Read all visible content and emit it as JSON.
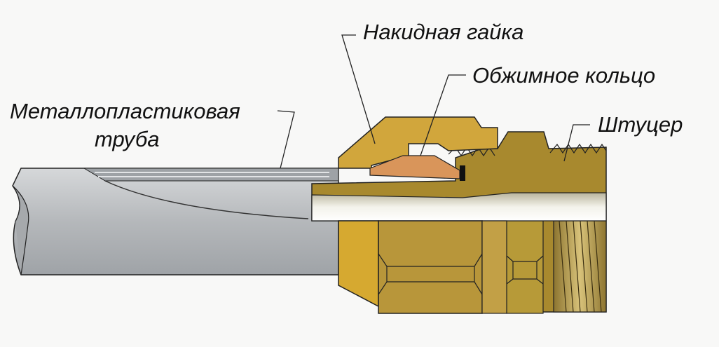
{
  "labels": {
    "nut": "Накидная гайка",
    "ring": "Обжимное кольцо",
    "pipe_line1": "Металлопластиковая",
    "pipe_line2": "труба",
    "fitting": "Штуцер"
  },
  "colors": {
    "brass_light": "#d4a83a",
    "brass_dark": "#a88a2e",
    "ring": "#d9955a",
    "pipe": "#b9bcbf",
    "bore": "#efefe9",
    "outline": "#1a1a1a"
  }
}
